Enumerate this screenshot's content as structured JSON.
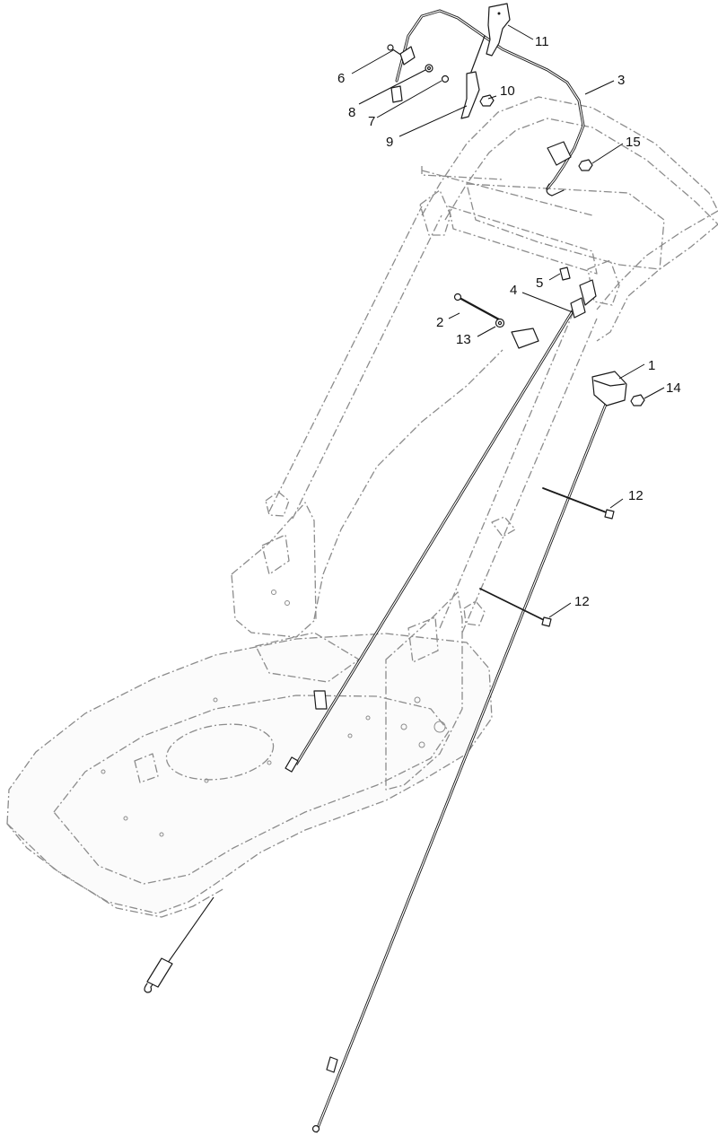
{
  "callouts": [
    {
      "id": "1",
      "label": "1"
    },
    {
      "id": "2",
      "label": "2"
    },
    {
      "id": "3",
      "label": "3"
    },
    {
      "id": "4",
      "label": "4"
    },
    {
      "id": "5",
      "label": "5"
    },
    {
      "id": "6",
      "label": "6"
    },
    {
      "id": "7",
      "label": "7"
    },
    {
      "id": "8",
      "label": "8"
    },
    {
      "id": "9",
      "label": "9"
    },
    {
      "id": "10",
      "label": "10"
    },
    {
      "id": "11",
      "label": "11"
    },
    {
      "id": "12a",
      "label": "12"
    },
    {
      "id": "12b",
      "label": "12"
    },
    {
      "id": "13",
      "label": "13"
    },
    {
      "id": "14",
      "label": "14"
    },
    {
      "id": "15",
      "label": "15"
    }
  ]
}
